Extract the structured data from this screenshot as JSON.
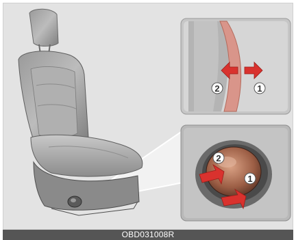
{
  "caption": {
    "code": "OBD031008R"
  },
  "callouts": {
    "lumbar": {
      "label_1": "1",
      "label_2": "2"
    },
    "switch": {
      "label_1": "1",
      "label_2": "2"
    }
  },
  "colors": {
    "background": "#e3e3e3",
    "arrow_red": "#d9322e",
    "lumbar_band": "#d9958a",
    "caption_bar": "#555555",
    "switch_knob": "#b07055"
  },
  "icons": {
    "lumbar_inward_arrow": "arrow-left-icon",
    "lumbar_outward_arrow": "arrow-right-icon",
    "switch_up_arrow": "arrow-upright-icon",
    "switch_down_arrow": "arrow-downright-icon"
  }
}
